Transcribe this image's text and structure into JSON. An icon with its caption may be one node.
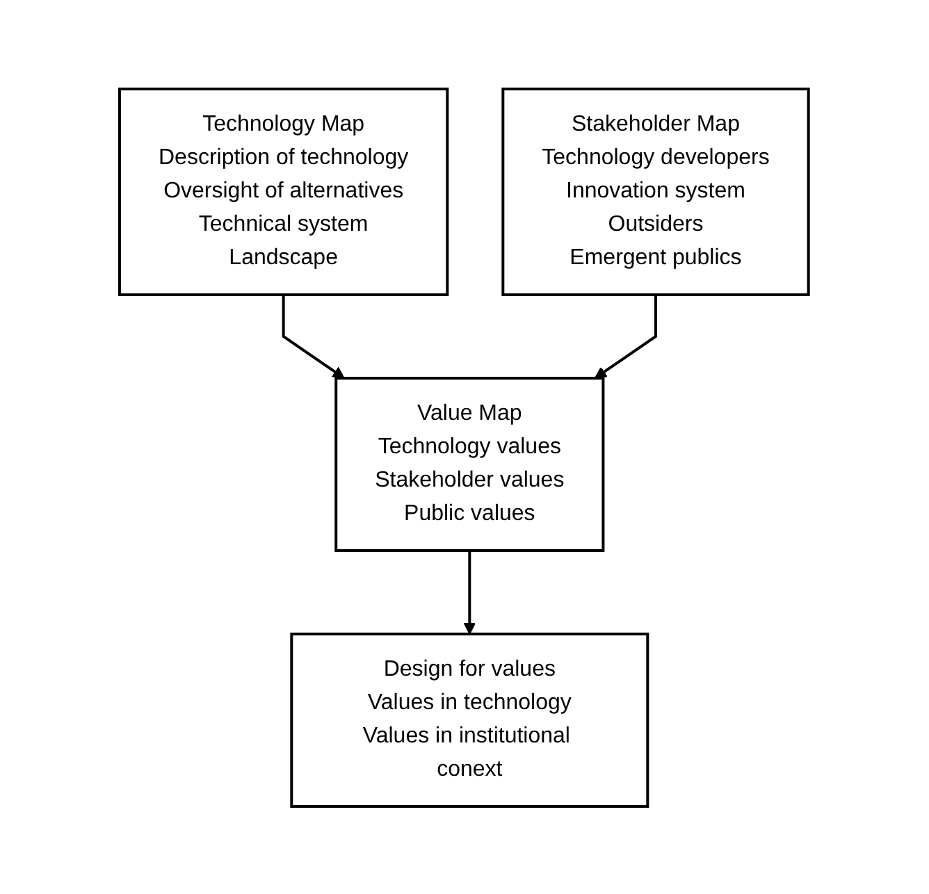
{
  "diagram": {
    "nodes": [
      {
        "text": [
          "Technology Map",
          "Description of technology",
          "Oversight of alternatives",
          "Technical system",
          "Landscape"
        ]
      },
      {
        "text": [
          "Stakeholder Map",
          "Technology developers",
          "Innovation system",
          "Outsiders",
          "Emergent publics"
        ]
      },
      {
        "text": [
          "Value Map",
          "Technology values",
          "Stakeholder values",
          "Public values"
        ]
      },
      {
        "text": [
          "Design for values",
          "Values in technology",
          "Values in institutional conext"
        ]
      }
    ],
    "edges": [
      {
        "from": 0,
        "to": 2,
        "arrow": "to"
      },
      {
        "from": 1,
        "to": 2,
        "arrow": "to"
      },
      {
        "from": 2,
        "to": 3,
        "arrow": "to"
      }
    ]
  }
}
